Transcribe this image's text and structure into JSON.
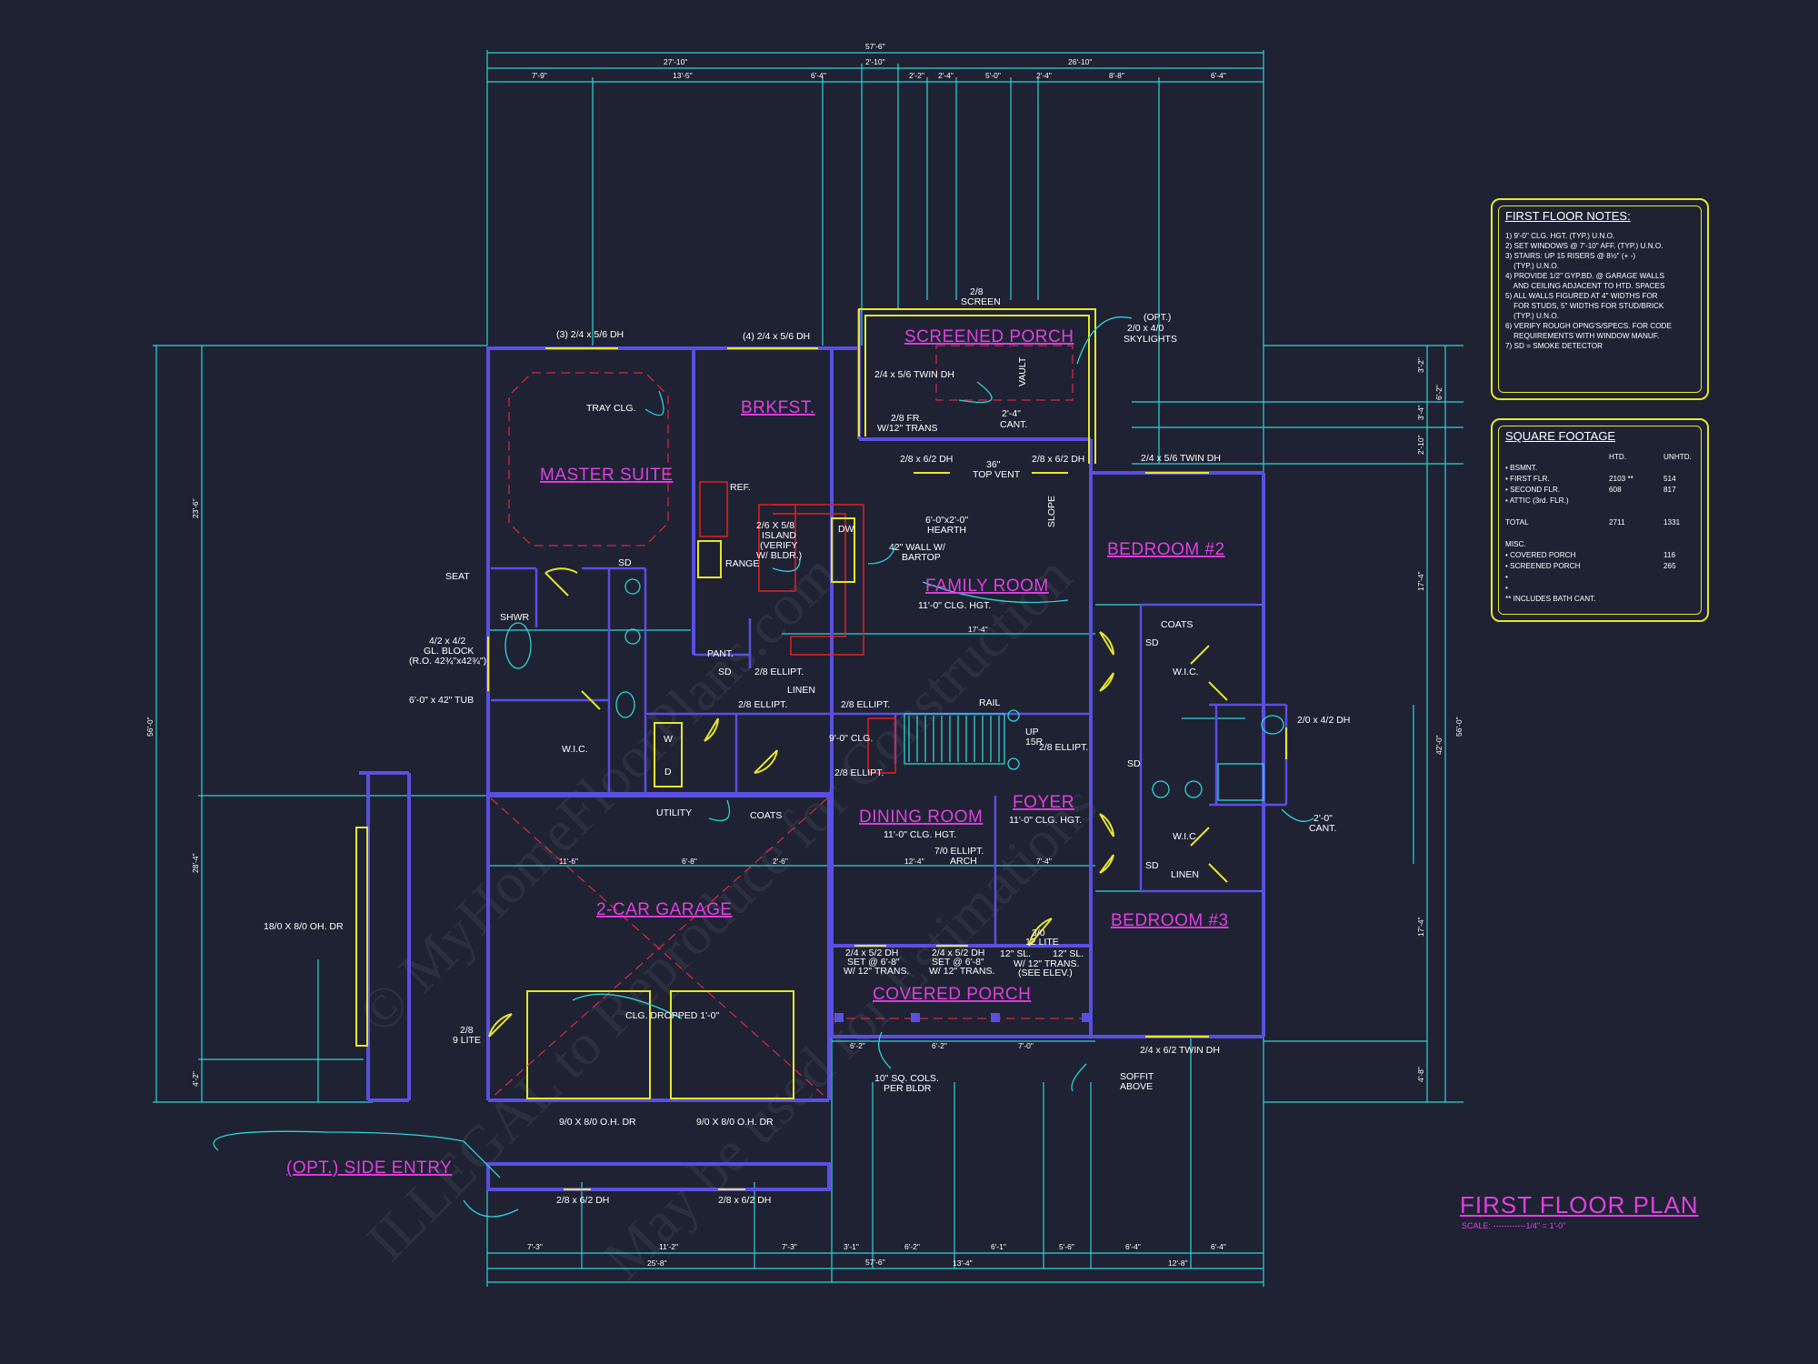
{
  "title": "FIRST FLOOR PLAN",
  "scale": "SCALE: ------------1/4\" = 1'-0\"",
  "rooms": {
    "screened_porch": "SCREENED PORCH",
    "brkfst": "BRKFST.",
    "master_suite": "MASTER SUITE",
    "family_room": "FAMILY ROOM",
    "bedroom2": "BEDROOM #2",
    "bedroom3": "BEDROOM #3",
    "dining_room": "DINING ROOM",
    "foyer": "FOYER",
    "garage": "2-CAR GARAGE",
    "covered_porch": "COVERED PORCH",
    "side_entry": "(OPT.) SIDE ENTRY"
  },
  "labels": {
    "win_master_top": "(3) 2/4 x 5/6 DH",
    "win_brk_top": "(4) 2/4 x 5/6 DH",
    "screen": "2/8",
    "screen2": "SCREEN",
    "opt": "(OPT.)",
    "skylights1": "2/0 x 4/0",
    "skylights2": "SKYLIGHTS",
    "twin_dh_porch": "2/4 x 5/6 TWIN DH",
    "vault": "VAULT",
    "fr_trans1": "2/8 FR.",
    "fr_trans2": "W/12\" TRANS",
    "cant": "2'-4\"",
    "cant2": "CANT.",
    "dh_268a": "2/8 x 6/2 DH",
    "dh_268b": "2/8 x 6/2 DH",
    "top_vent1": "36\"",
    "top_vent2": "TOP VENT",
    "hearth1": "6'-0\"x2'-0\"",
    "hearth2": "HEARTH",
    "slope": "SLOPE",
    "bed2_win": "2/4 x 5/6 TWIN DH",
    "tray": "TRAY CLG.",
    "ref": "REF.",
    "island1": "2/6 X 5/8",
    "island2": "ISLAND",
    "island3": "(VERIFY",
    "island4": "W/ BLDR.)",
    "dw": "DW",
    "range": "RANGE",
    "wall_bartop1": "42\" WALL W/",
    "wall_bartop2": "BARTOP",
    "clg_family": "11'-0\" CLG. HGT.",
    "seat": "SEAT",
    "shwr": "SHWR",
    "gl_block1": "4/2 x 4/2",
    "gl_block2": "GL. BLOCK",
    "gl_block3": "(R.O. 42¾\"x42¾\")",
    "tub": "6'-0\" x 42\" TUB",
    "wic_master": "W.I.C.",
    "pant": "PANT.",
    "linen1": "LINEN",
    "ellipt1": "2/8 ELLIPT.",
    "ellipt2": "2/8 ELLIPT.",
    "ellipt3": "2/8 ELLIPT.",
    "ellipt4": "2/8 ELLIPT.",
    "ellipt5": "2/8 ELLIPT.",
    "rail": "RAIL",
    "up": "UP",
    "up2": "15R",
    "clg_stair": "9'-0\" CLG.",
    "coats_bed": "COATS",
    "wic_bed2": "W.I.C.",
    "wic_bed3": "W.I.C.",
    "linen2": "LINEN",
    "dh_bath": "2/0 x 4/2 DH",
    "cant_bath1": "2'-0\"",
    "cant_bath2": "CANT.",
    "utility": "UTILITY",
    "coats_util": "COATS",
    "clg_dining": "11'-0\" CLG. HGT.",
    "clg_foyer": "11'-0\" CLG. HGT.",
    "arch1": "7/0 ELLIPT.",
    "arch2": "ARCH",
    "ohdr_side": "18/0 X 8/0 OH. DR",
    "lite1": "2/8",
    "lite2": "9 LITE",
    "clg_dropped": "CLG. DROPPED 1'-0\"",
    "ohdr1": "9/0 X 8/0 O.H. DR",
    "ohdr2": "9/0 X 8/0 O.H. DR",
    "dh_g1": "2/8 x 6/2 DH",
    "dh_g2": "2/8 x 6/2 DH",
    "cp_w1a": "2/4 x 5/2 DH",
    "cp_w1b": "SET @ 6'-8\"",
    "cp_w1c": "W/ 12\" TRANS.",
    "cp_w2a": "2/4 x 5/2 DH",
    "cp_w2b": "SET @ 6'-8\"",
    "cp_w2c": "W/ 12\" TRANS.",
    "door_a": "3/0",
    "door_b": "12 LITE",
    "sl1": "12\" SL.",
    "sl2": "12\" SL.",
    "trans1": "W/ 12\" TRANS.",
    "trans2": "(SEE ELEV.)",
    "cols1": "10\" SQ. COLS.",
    "cols2": "PER BLDR",
    "soffit1": "SOFFIT",
    "soffit2": "ABOVE",
    "bed3_win": "2/4 x 6/2 TWIN DH",
    "w": "W",
    "d": "D",
    "sd": "SD"
  },
  "dims": {
    "overall_top": "57'-6\"",
    "overall_bottom": "57'-6\"",
    "top_l": "27'-10\"",
    "top_m": "2'-10\"",
    "top_r": "26'-10\"",
    "t1": "7'-9\"",
    "t2": "13'-5\"",
    "t3": "6'-4\"",
    "t4": "2'-2\"",
    "t5": "2'-4\"",
    "t6": "5'-0\"",
    "t7": "2'-4\"",
    "t8": "8'-8\"",
    "t9": "6'-4\"",
    "left_overall": "56'-0\"",
    "l1": "23'-6\"",
    "l2": "28'-4\"",
    "l3": "4'-2\"",
    "right_overall": "56'-0\"",
    "r1": "3'-2\"",
    "r2": "6'-2\"",
    "r3": "3'-4\"",
    "r4": "2'-10\"",
    "r5": "17'-4\"",
    "r6": "42'-0\"",
    "r7": "17'-4\"",
    "r8": "4'-8\"",
    "b1": "7'-3\"",
    "b2": "11'-2\"",
    "b3": "7'-3\"",
    "b4": "3'-1\"",
    "b5": "6'-2\"",
    "b6": "6'-1\"",
    "b7": "5'-6\"",
    "b8": "6'-4\"",
    "b9": "6'-4\"",
    "b_mid_l": "25'-8\"",
    "b_mid_m": "13'-4\"",
    "b_mid_r": "12'-8\"",
    "int1": "11'-6\"",
    "int2": "6'-8\"",
    "int3": "2'-6\"",
    "int4": "12'-4\"",
    "int5": "7'-4\"",
    "fam": "17'-4\"",
    "cp1": "6'-2\"",
    "cp2": "6'-2\"",
    "cp3": "7'-0\""
  },
  "notes": {
    "title": "FIRST FLOOR NOTES:",
    "items": [
      "1) 9'-0\" CLG. HGT. (TYP.) U.N.O.",
      "2) SET WINDOWS @ 7'-10\" AFF. (TYP.) U.N.O.",
      "3) STAIRS: UP 15 RISERS @ 8½\" (+ -)",
      "    (TYP.) U.N.O.",
      "4) PROVIDE 1/2\" GYP.BD. @ GARAGE WALLS",
      "    AND CEILING ADJACENT TO HTD. SPACES",
      "5) ALL WALLS FIGURED AT 4\" WIDTHS FOR",
      "    FOR STUDS, 5\" WIDTHS FOR STUD/BRICK",
      "    (TYP.) U.N.O.",
      "6) VERIFY ROUGH OPNG'S/SPECS. FOR CODE",
      "    REQUIREMENTS WITH WINDOW MANUF.",
      "7) SD = SMOKE DETECTOR"
    ]
  },
  "sqft": {
    "title": "SQUARE FOOTAGE",
    "head_htd": "HTD.",
    "head_unhtd": "UNHTD.",
    "rows": [
      {
        "label": "• BSMNT.",
        "htd": "",
        "unhtd": ""
      },
      {
        "label": "• FIRST FLR.",
        "htd": "2103 **",
        "unhtd": "514"
      },
      {
        "label": "• SECOND FLR.",
        "htd": "608",
        "unhtd": "817"
      },
      {
        "label": "• ATTIC (3rd. FLR.)",
        "htd": "",
        "unhtd": ""
      },
      {
        "label": "",
        "htd": "",
        "unhtd": ""
      },
      {
        "label": "TOTAL",
        "htd": "2711",
        "unhtd": "1331"
      },
      {
        "label": "",
        "htd": "",
        "unhtd": ""
      },
      {
        "label": "MISC.",
        "htd": "",
        "unhtd": ""
      },
      {
        "label": "• COVERED PORCH",
        "htd": "",
        "unhtd": "116"
      },
      {
        "label": "• SCREENED PORCH",
        "htd": "",
        "unhtd": "265"
      },
      {
        "label": "•",
        "htd": "",
        "unhtd": ""
      },
      {
        "label": "•",
        "htd": "",
        "unhtd": ""
      },
      {
        "label": "** INCLUDES BATH CANT.",
        "htd": "",
        "unhtd": ""
      }
    ]
  },
  "watermark": [
    "© MyHomeFloorPlans.com",
    "ILLEGAL to Reproduce for Construction",
    "May be used for Estimations"
  ]
}
